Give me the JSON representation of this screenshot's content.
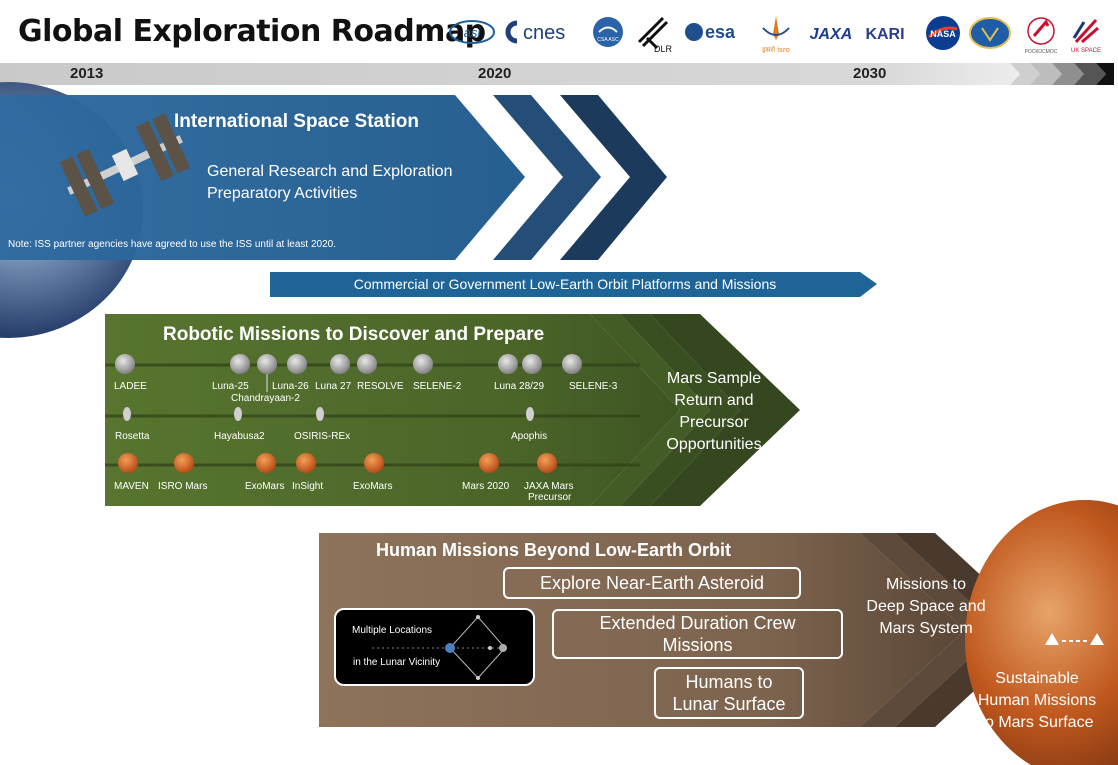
{
  "title": "Global Exploration Roadmap",
  "agencies": [
    {
      "name": "asi",
      "label": "asi",
      "color": "#1b5e9e"
    },
    {
      "name": "cnes",
      "label": "cnes",
      "color": "#1f3f78"
    },
    {
      "name": "csa",
      "label": "CSA ASC",
      "color": "#2a63a8"
    },
    {
      "name": "dlr",
      "label": "DLR",
      "color": "#111111"
    },
    {
      "name": "esa",
      "label": "esa",
      "color": "#1f4e8c"
    },
    {
      "name": "isro",
      "label": "इसरो isro",
      "color": "#e07a1f"
    },
    {
      "name": "jaxa",
      "label": "JAXA",
      "color": "#1c3d8f"
    },
    {
      "name": "kari",
      "label": "KARI",
      "color": "#2c3f8a"
    },
    {
      "name": "nasa",
      "label": "NASA",
      "color": "#0b3d91"
    },
    {
      "name": "nsau",
      "label": "",
      "color": "#1f5da8"
    },
    {
      "name": "roscosmos",
      "label": "РОСКОСМОС",
      "color": "#c8102e"
    },
    {
      "name": "ukspace",
      "label": "UK SPACE",
      "color": "#c8102e"
    }
  ],
  "timeline": {
    "years": [
      "2013",
      "2020",
      "2030"
    ]
  },
  "iss": {
    "title": "International Space Station",
    "body_line1": "General Research and Exploration",
    "body_line2": "Preparatory Activities",
    "note": "Note: ISS partner agencies have agreed to use the ISS until at least 2020."
  },
  "commercial": {
    "label": "Commercial or Government Low-Earth Orbit Platforms and Missions"
  },
  "robotic": {
    "title": "Robotic Missions to Discover and Prepare",
    "moon_missions": [
      {
        "label": "LADEE"
      },
      {
        "label": "Luna-25"
      },
      {
        "label": "Chandrayaan-2"
      },
      {
        "label": "Luna-26"
      },
      {
        "label": "Luna 27"
      },
      {
        "label": "RESOLVE"
      },
      {
        "label": "SELENE-2"
      },
      {
        "label": "Luna 28/29"
      },
      {
        "label": "SELENE-3"
      }
    ],
    "asteroid_missions": [
      {
        "label": "Rosetta"
      },
      {
        "label": "Hayabusa2"
      },
      {
        "label": "OSIRIS-REx"
      },
      {
        "label": "Apophis"
      }
    ],
    "mars_missions": [
      {
        "label": "MAVEN"
      },
      {
        "label": "ISRO Mars"
      },
      {
        "label": "ExoMars"
      },
      {
        "label": "InSight"
      },
      {
        "label": "ExoMars"
      },
      {
        "label": "Mars 2020"
      },
      {
        "label": "JAXA Mars"
      },
      {
        "label": "Precursor"
      }
    ],
    "outcome_lines": [
      "Mars Sample",
      "Return and",
      "Precursor",
      "Opportunities"
    ]
  },
  "human": {
    "title": "Human Missions Beyond Low-Earth Orbit",
    "boxes": [
      {
        "lines": [
          "Explore Near-Earth Asteroid"
        ]
      },
      {
        "lines": [
          "Extended Duration Crew",
          "Missions"
        ]
      },
      {
        "lines": [
          "Humans to",
          "Lunar Surface"
        ]
      }
    ],
    "lunar_vicinity_line1": "Multiple Locations",
    "lunar_vicinity_line2": "in the Lunar Vicinity",
    "outcome_lines": [
      "Missions to",
      "Deep Space and",
      "Mars System"
    ]
  },
  "sustainable": {
    "lines": [
      "Sustainable",
      "Human Missions",
      "to Mars Surface"
    ]
  },
  "colors": {
    "iss_blue": "#1f5a8c",
    "chevron_dark": "#1b3a5c",
    "robotic_green": "#4e6a2a",
    "human_brown": "#8a6e55",
    "mars_orange": "#c0581e"
  }
}
